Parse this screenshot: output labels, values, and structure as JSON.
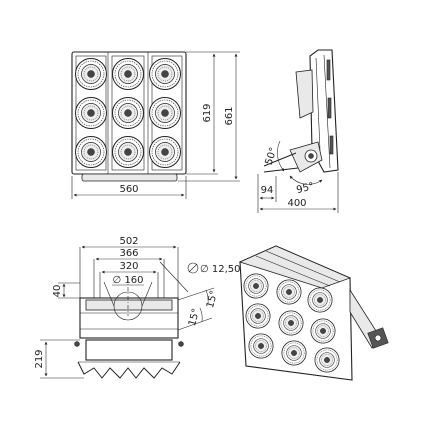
{
  "front_view": {
    "width_label": "560",
    "height_inner_label": "619",
    "height_outer_label": "661"
  },
  "side_view": {
    "tilt_up_label": "50°",
    "tilt_down_label": "95°",
    "bracket_label": "94",
    "depth_label": "400"
  },
  "bottom_view": {
    "bracket_outer_label": "502",
    "bracket_mid_label": "366",
    "bracket_inner_label": "320",
    "hole_label": "∅ 160",
    "bolt_label": "∅ 12,50",
    "offset_label": "40",
    "angle_upper_label": "15°",
    "angle_lower_label": "15°",
    "depth_label": "219"
  },
  "colors": {
    "line": "#222222",
    "background": "#ffffff"
  }
}
